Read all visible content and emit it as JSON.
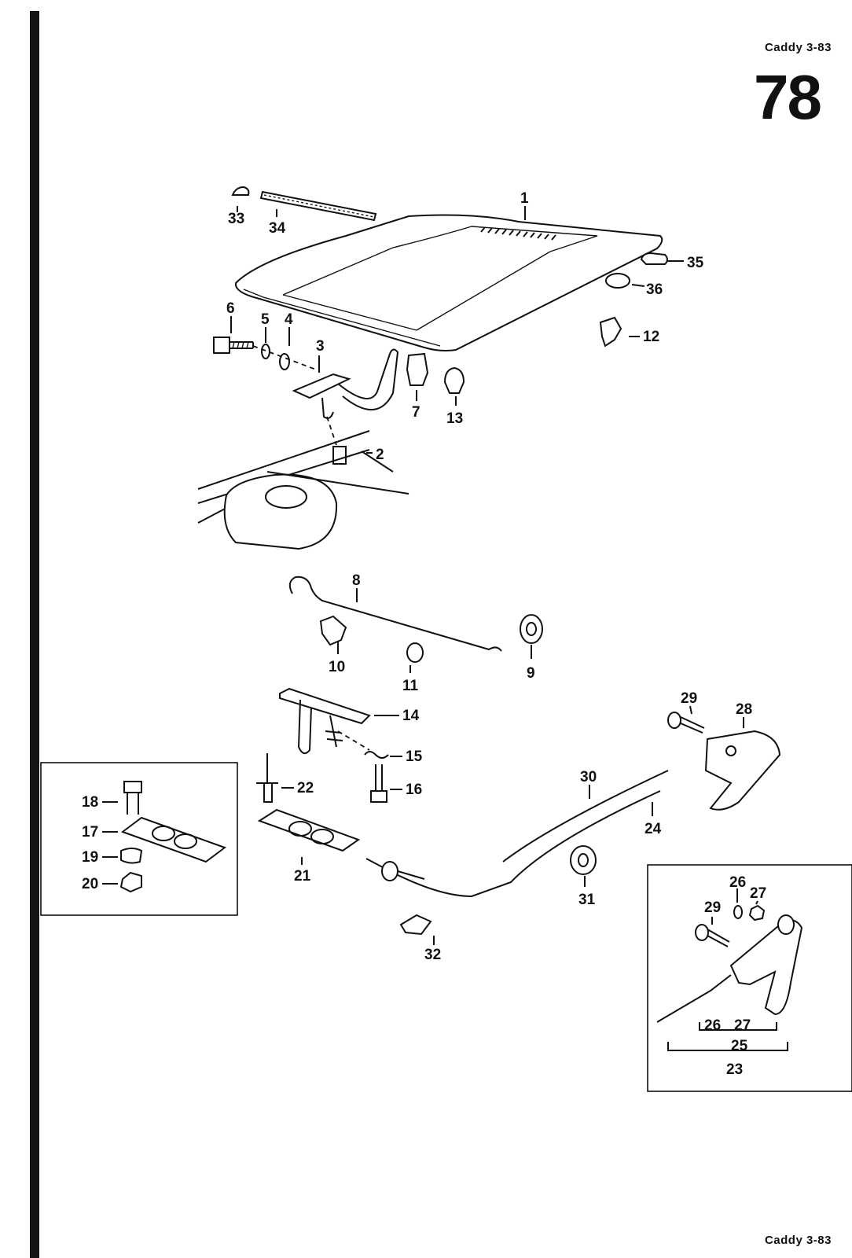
{
  "header": {
    "model": "Caddy 3-83",
    "page_number": "78"
  },
  "footer": {
    "model": "Caddy 3-83"
  },
  "callouts": [
    "1",
    "2",
    "3",
    "4",
    "5",
    "6",
    "7",
    "8",
    "9",
    "10",
    "11",
    "12",
    "13",
    "14",
    "15",
    "16",
    "17",
    "18",
    "19",
    "20",
    "21",
    "22",
    "23",
    "24",
    "25",
    "26",
    "27",
    "28",
    "29",
    "30",
    "31",
    "32",
    "33",
    "34",
    "35",
    "36"
  ],
  "inset_right_labels": [
    "29",
    "26",
    "27",
    "26",
    "27",
    "25",
    "23"
  ]
}
